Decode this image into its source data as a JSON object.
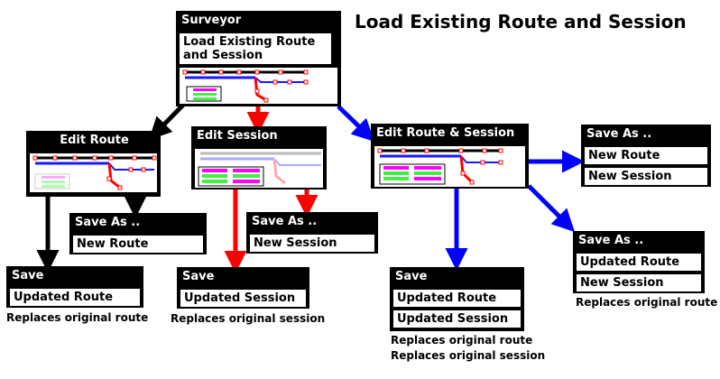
{
  "title": "Load Existing Route and Session",
  "surveyor": {
    "header": "Surveyor",
    "body": "Load Existing Route and Session"
  },
  "edit_route": {
    "header": "Edit Route"
  },
  "edit_session": {
    "header": "Edit Session"
  },
  "edit_both": {
    "header": "Edit Route & Session"
  },
  "save_as_route_left": {
    "header": "Save As ..",
    "value": "New Route"
  },
  "save_as_session_mid": {
    "header": "Save As ..",
    "value": "New Session"
  },
  "save_route": {
    "header": "Save",
    "value": "Updated Route",
    "caption": "Replaces original route"
  },
  "save_session": {
    "header": "Save",
    "value": "Updated Session",
    "caption": "Replaces original session"
  },
  "save_both": {
    "header": "Save",
    "route": "Updated Route",
    "session": "Updated Session",
    "caption1": "Replaces original route",
    "caption2": "Replaces original session"
  },
  "save_as_both_top": {
    "header": "Save As ..",
    "route": "New Route",
    "session": "New Session"
  },
  "save_as_both_right": {
    "header": "Save As ..",
    "route": "Updated Route",
    "session": "New Session",
    "caption": "Replaces original route"
  },
  "colors": {
    "black": "#000000",
    "red": "#ff0000",
    "blue": "#0000ff",
    "route": "#1a1aff",
    "highlight": "#ff00ff",
    "green": "#44ee44"
  }
}
